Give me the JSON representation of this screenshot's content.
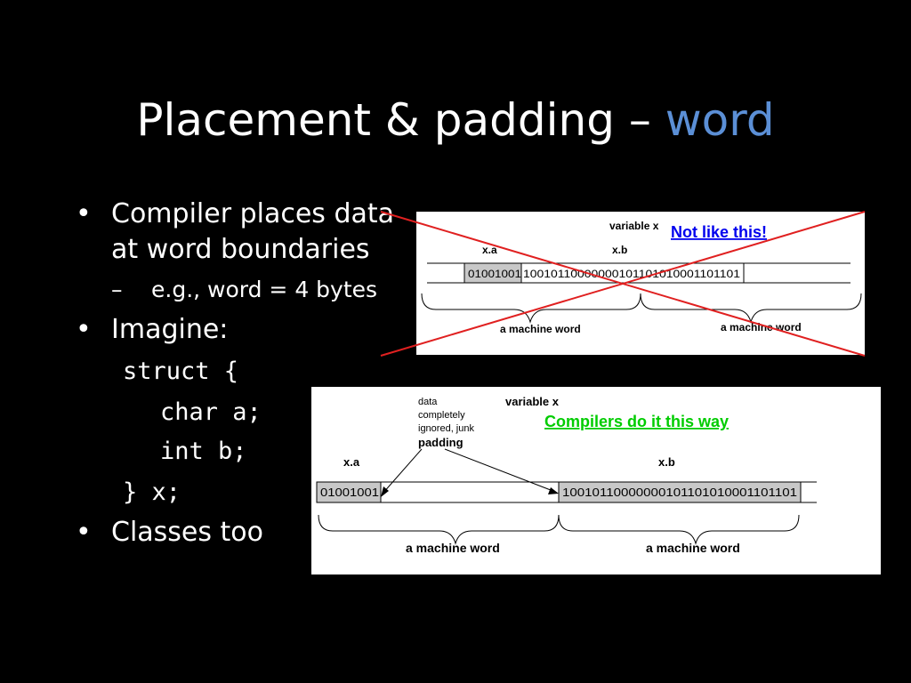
{
  "title": {
    "main": "Placement & padding – ",
    "accent": "word"
  },
  "bullets": [
    {
      "line1": "Compiler places data",
      "line2": "at word boundaries"
    },
    {
      "sub": "e.g., word = 4 bytes"
    },
    {
      "text": "Imagine:"
    },
    {
      "text": "Classes too"
    }
  ],
  "code": [
    "struct {",
    "char a;",
    "int b;",
    "} x;"
  ],
  "bullet_glyph": "•",
  "sub_glyph": "–",
  "diagram_wrong": {
    "variable_label": "variable x",
    "callout": "Not like this!",
    "field_a": "x.a",
    "field_b": "x.b",
    "bits_a": "01001001",
    "bits_b": "10010110000000101101010001101101",
    "word_label_1": "a machine word",
    "word_label_2": "a machine word",
    "callout_color": "#0000ee",
    "cross_color": "#e02020"
  },
  "diagram_right": {
    "variable_label": "variable x",
    "callout": "Compilers do it this way",
    "note": [
      "data",
      "completely",
      "ignored, junk"
    ],
    "padding_label": "padding",
    "field_a": "x.a",
    "field_b": "x.b",
    "bits_a": "01001001",
    "bits_b": "10010110000000101101010001101101",
    "word_label_1": "a machine word",
    "word_label_2": "a machine word",
    "callout_color": "#00cc00"
  }
}
